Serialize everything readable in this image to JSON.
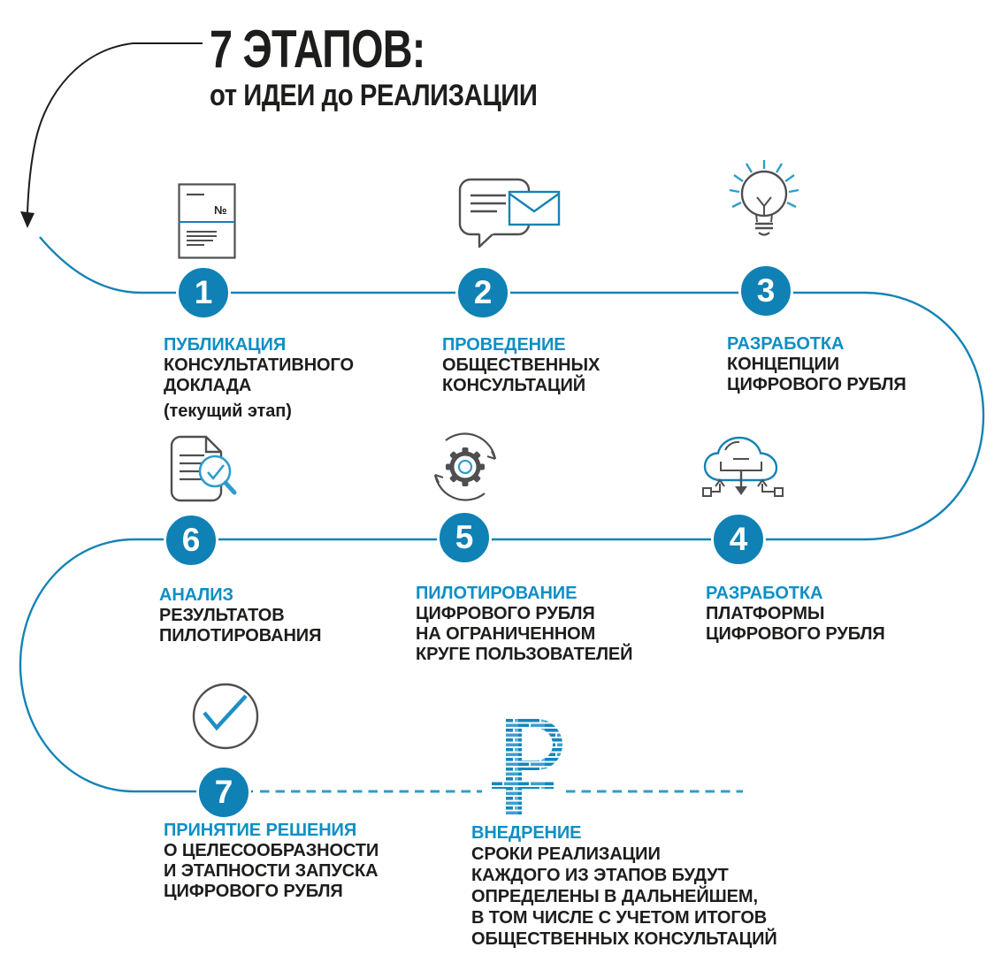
{
  "title": {
    "line1": "7 ЭТАПОВ:",
    "line2": "от ИДЕИ до РЕАЛИЗАЦИИ"
  },
  "colors": {
    "path_blue": "#1483b5",
    "circle_blue": "#1081b4",
    "heading_blue": "#0e8fc5",
    "dashed_blue": "#2f9cca",
    "text_black": "#1d1d1b",
    "icon_gray": "#4e4f51"
  },
  "stages": [
    {
      "number": "1",
      "heading": "ПУБЛИКАЦИЯ",
      "lines": [
        "КОНСУЛЬТАТИВНОГО",
        "ДОКЛАДА"
      ],
      "note": "(текущий этап)",
      "icon": "document-icon"
    },
    {
      "number": "2",
      "heading": "ПРОВЕДЕНИЕ",
      "lines": [
        "ОБЩЕСТВЕННЫХ",
        "КОНСУЛЬТАЦИЙ"
      ],
      "icon": "chat-envelope-icon"
    },
    {
      "number": "3",
      "heading": "РАЗРАБОТКА",
      "lines": [
        "КОНЦЕПЦИИ",
        "ЦИФРОВОГО РУБЛЯ"
      ],
      "icon": "lightbulb-icon"
    },
    {
      "number": "4",
      "heading": "РАЗРАБОТКА",
      "lines": [
        "ПЛАТФОРМЫ",
        "ЦИФРОВОГО РУБЛЯ"
      ],
      "icon": "cloud-platform-icon"
    },
    {
      "number": "5",
      "heading": "ПИЛОТИРОВАНИЕ",
      "lines": [
        "ЦИФРОВОГО РУБЛЯ",
        "НА ОГРАНИЧЕННОМ",
        "КРУГЕ ПОЛЬЗОВАТЕЛЕЙ"
      ],
      "icon": "gear-sync-icon"
    },
    {
      "number": "6",
      "heading": "АНАЛИЗ",
      "lines": [
        "РЕЗУЛЬТАТОВ",
        "ПИЛОТИРОВАНИЯ"
      ],
      "icon": "doc-magnifier-icon"
    },
    {
      "number": "7",
      "heading": "ПРИНЯТИЕ РЕШЕНИЯ",
      "lines": [
        "О ЦЕЛЕСООБРАЗНОСТИ",
        "И ЭТАПНОСТИ ЗАПУСКА",
        "ЦИФРОВОГО РУБЛЯ"
      ],
      "icon": "check-circle-icon"
    }
  ],
  "implementation": {
    "heading": "ВНЕДРЕНИЕ",
    "lines": [
      "СРОКИ РЕАЛИЗАЦИИ",
      "КАЖДОГО ИЗ ЭТАПОВ БУДУТ",
      "ОПРЕДЕЛЕНЫ В ДАЛЬНЕЙШЕМ,",
      "В ТОМ ЧИСЛЕ С УЧЕТОМ ИТОГОВ",
      "ОБЩЕСТВЕННЫХ КОНСУЛЬТАЦИЙ"
    ]
  },
  "doc_icon_label": "№",
  "symbols": {
    "ruble": "ruble-sign-icon"
  }
}
